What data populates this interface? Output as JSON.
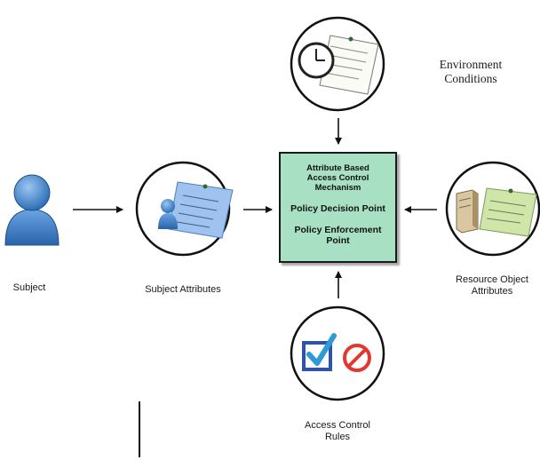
{
  "center_box": {
    "line1": "Attribute Based",
    "line2": "Access Control",
    "line3": "Mechanism",
    "pdp": "Policy Decision Point",
    "pep_line1": "Policy Enforcement",
    "pep_line2": "Point"
  },
  "labels": {
    "environment_line1": "Environment",
    "environment_line2": "Conditions",
    "subject": "Subject",
    "subject_attributes": "Subject Attributes",
    "resource_line1": "Resource Object",
    "resource_line2": "Attributes",
    "rules_line1": "Access Control",
    "rules_line2": "Rules"
  },
  "colors": {
    "box_fill": "#a8e0c4",
    "person_blue": "#3f7fc6",
    "note_blue": "#9fc3ee",
    "note_green": "#cfe6a8",
    "check_blue": "#2f53a8",
    "prohibit_red": "#e03a30"
  },
  "icons": [
    "person-icon",
    "clock-icon",
    "note-icon",
    "server-icon",
    "checkbox-icon",
    "prohibited-icon"
  ]
}
